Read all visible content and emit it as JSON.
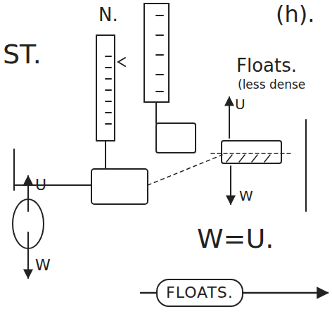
{
  "diagram": {
    "nodes": [
      {
        "text": [
          "FLOATS."
        ]
      }
    ],
    "labels": [
      "N.",
      "(h).",
      "ST.",
      "Floats.",
      "(less dense",
      "U",
      "U",
      "W",
      "W=U.",
      "W"
    ]
  }
}
